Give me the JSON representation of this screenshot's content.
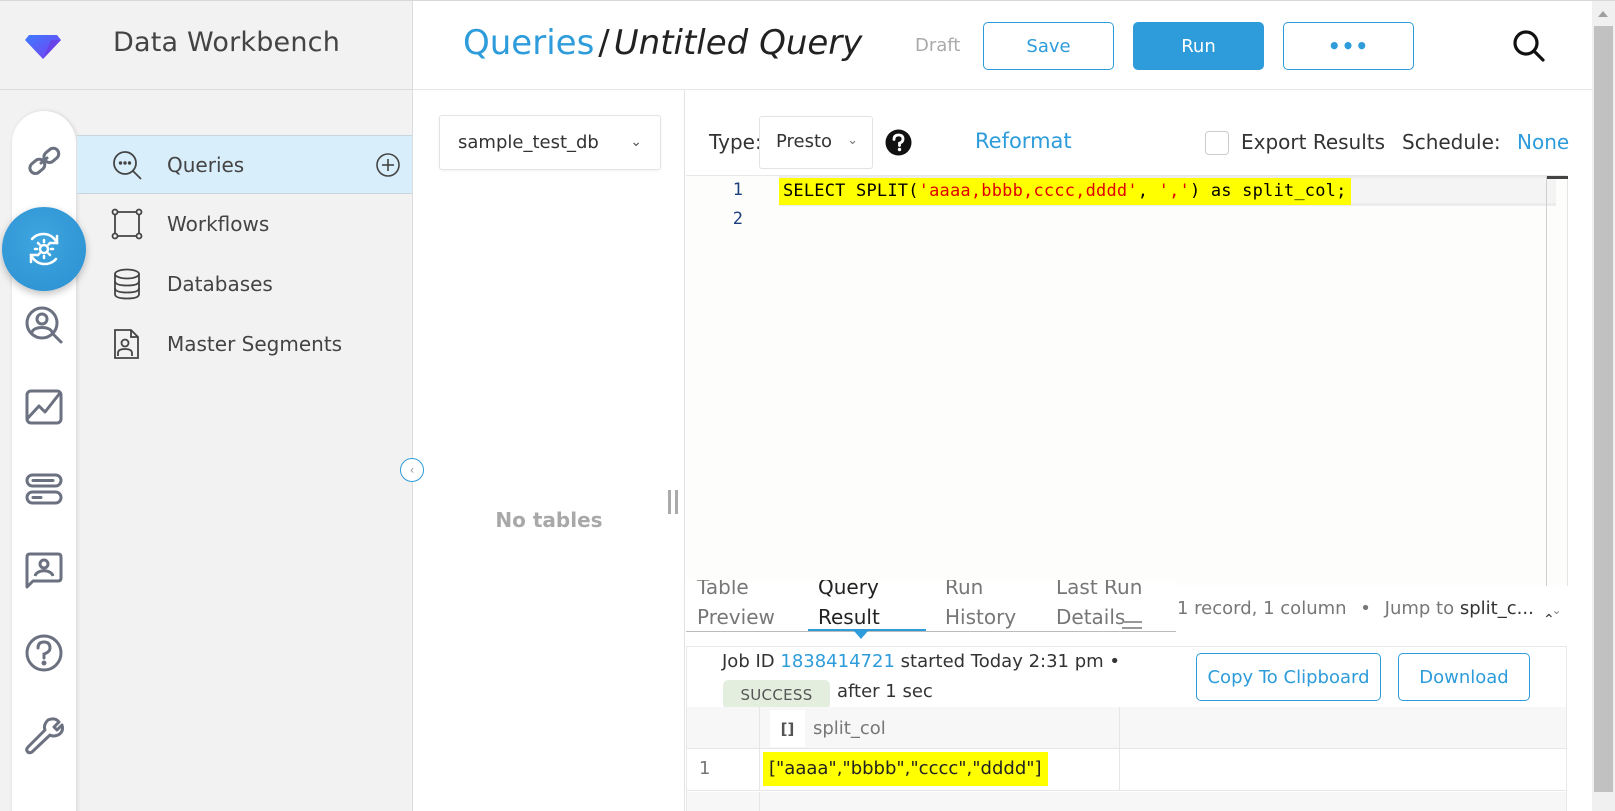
{
  "app": {
    "title": "Data Workbench",
    "brand_color": "#2e9cdb"
  },
  "rail": {
    "items": [
      {
        "name": "integrations",
        "icon": "link-icon"
      },
      {
        "name": "data-workbench",
        "icon": "gear-sync-icon",
        "active": true
      },
      {
        "name": "audience-studio",
        "icon": "user-search-icon"
      },
      {
        "name": "insights",
        "icon": "chart-icon"
      },
      {
        "name": "control-panel",
        "icon": "toggles-icon"
      },
      {
        "name": "support",
        "icon": "chat-user-icon"
      },
      {
        "name": "help",
        "icon": "question-icon"
      },
      {
        "name": "settings",
        "icon": "wrench-icon"
      }
    ]
  },
  "nav": {
    "items": [
      {
        "label": "Queries",
        "icon": "query-search-icon",
        "active": true
      },
      {
        "label": "Workflows",
        "icon": "workflow-icon"
      },
      {
        "label": "Databases",
        "icon": "database-icon"
      },
      {
        "label": "Master Segments",
        "icon": "segment-icon"
      }
    ]
  },
  "header": {
    "breadcrumb_parent": "Queries",
    "breadcrumb_sep": "/",
    "breadcrumb_current": "Untitled Query",
    "status": "Draft",
    "save_label": "Save",
    "run_label": "Run",
    "more_label": "•••"
  },
  "db_panel": {
    "selected_db": "sample_test_db",
    "empty_text": "No tables"
  },
  "toolbar": {
    "type_label": "Type:",
    "type_value": "Presto",
    "reformat_label": "Reformat",
    "export_label": "Export Results",
    "export_checked": false,
    "schedule_label": "Schedule:",
    "schedule_value": "None"
  },
  "editor": {
    "lines": [
      {
        "num": "1",
        "tokens": [
          {
            "t": "SELECT SPLIT(",
            "k": "kw"
          },
          {
            "t": "'aaaa,bbbb,cccc,dddd'",
            "k": "str"
          },
          {
            "t": ", ",
            "k": "kw"
          },
          {
            "t": "','",
            "k": "str"
          },
          {
            "t": ") as split_col;",
            "k": "kw"
          }
        ]
      },
      {
        "num": "2",
        "tokens": []
      }
    ]
  },
  "results": {
    "tabs": [
      {
        "label_line1": "Table",
        "label_line2": "Preview"
      },
      {
        "label_line1": "Query",
        "label_line2": "Result",
        "active": true
      },
      {
        "label_line1": "Run",
        "label_line2": "History"
      },
      {
        "label_line1": "Last Run",
        "label_line2": "Details"
      }
    ],
    "record_info": "1 record, 1 column",
    "jump_label": "Jump to",
    "jump_value": "split_c...",
    "job_prefix": "Job ID",
    "job_id": "1838414721",
    "job_started": "started Today 2:31 pm •",
    "status_badge": "SUCCESS",
    "duration": "after 1 sec",
    "copy_label": "Copy To Clipboard",
    "download_label": "Download",
    "columns": [
      {
        "type_icon": "[]",
        "name": "split_col"
      }
    ],
    "rows": [
      {
        "num": "1",
        "values": [
          "[\"aaaa\",\"bbbb\",\"cccc\",\"dddd\"]"
        ]
      }
    ]
  }
}
